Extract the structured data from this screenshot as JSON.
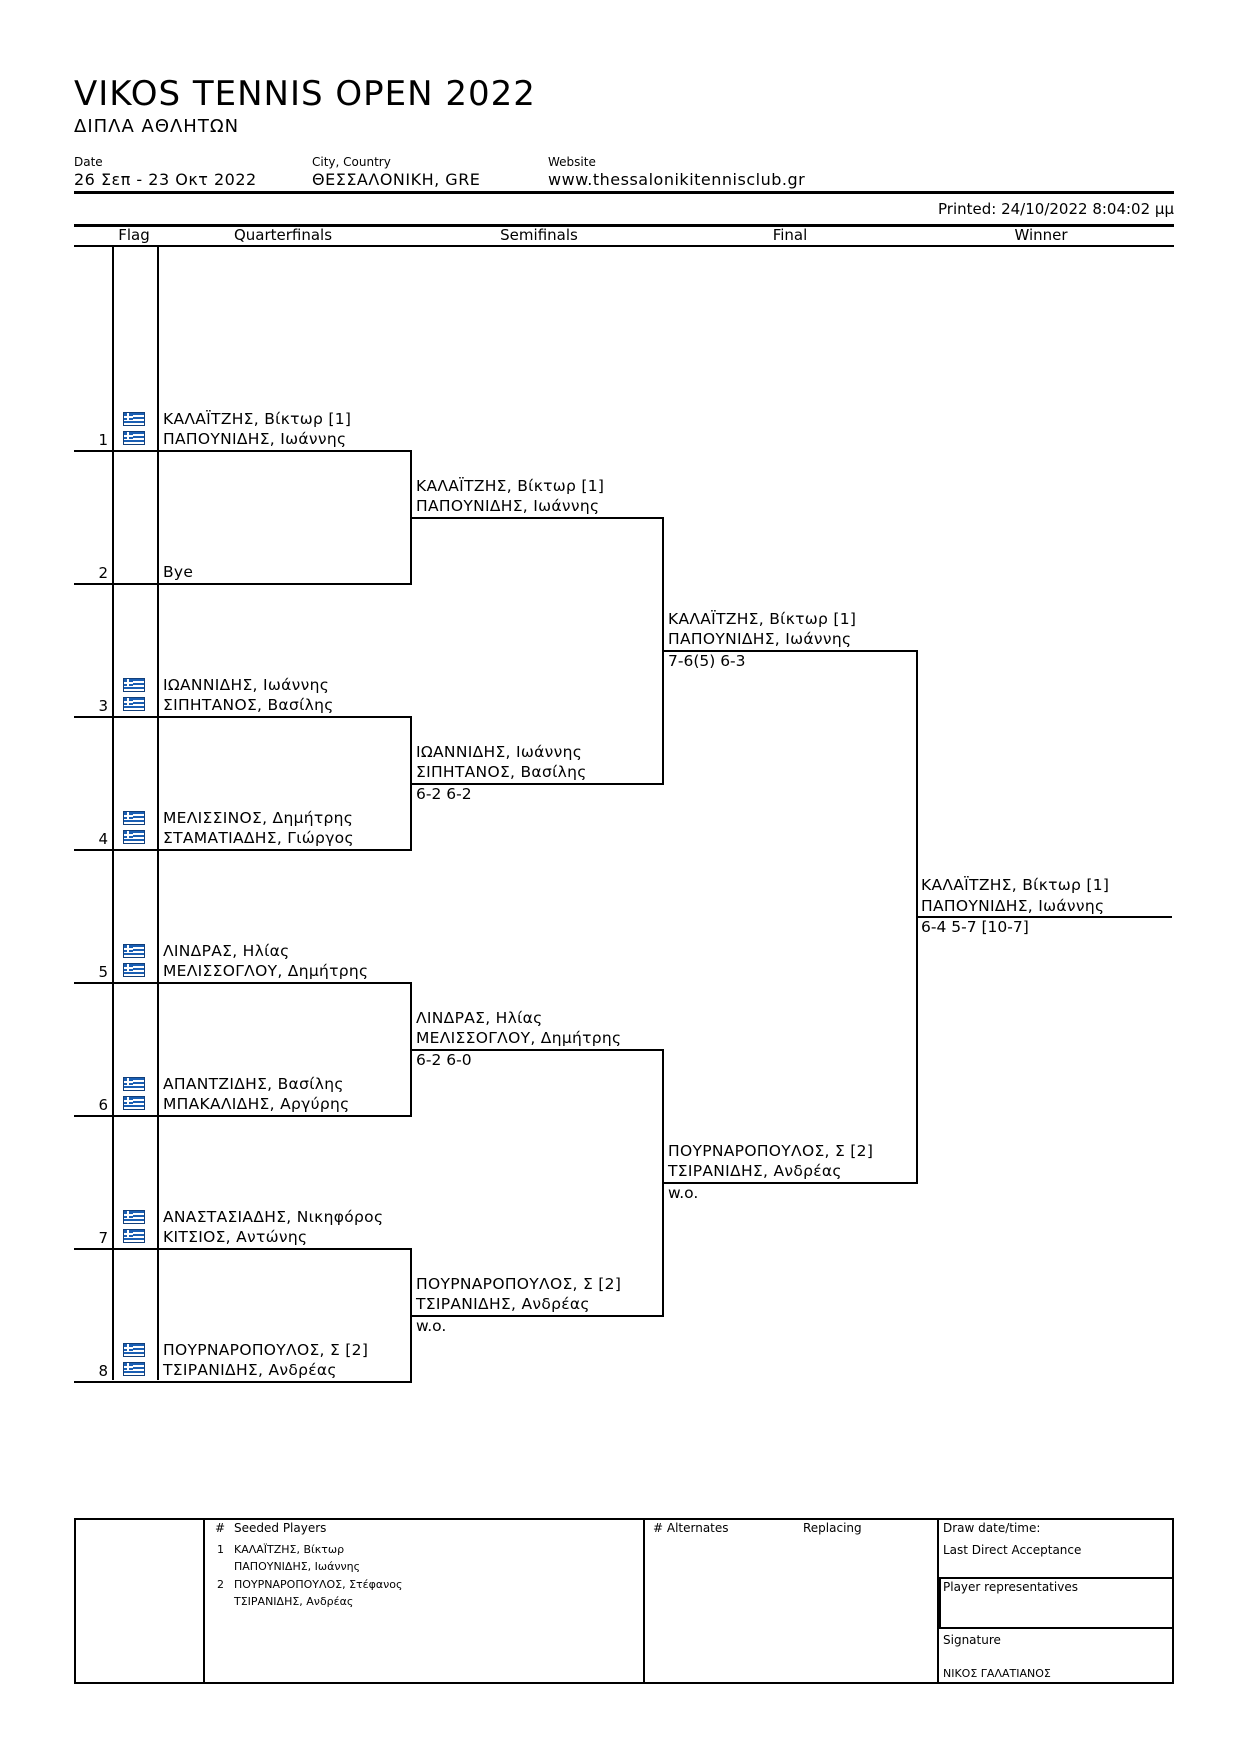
{
  "header": {
    "title": "VIKOS TENNIS OPEN 2022",
    "subtitle": "ΔΙΠΛΑ ΑΘΛΗΤΩΝ",
    "date_label": "Date",
    "date_value": "26 Σεπ - 23 Οκτ 2022",
    "city_label": "City, Country",
    "city_value": "ΘΕΣΣΑΛΟΝΙΚΗ, GRE",
    "website_label": "Website",
    "website_value": "www.thessalonikitennisclub.gr",
    "printed": "Printed: 24/10/2022 8:04:02 μμ"
  },
  "columns": {
    "flag": "Flag",
    "quarterfinals": "Quarterfinals",
    "semifinals": "Semifinals",
    "final": "Final",
    "winner": "Winner"
  },
  "quarterfinals": [
    {
      "pos": "1",
      "p1": "ΚΑΛΑΪΤΖΗΣ, Βίκτωρ [1]",
      "p2": "ΠΑΠΟΥΝΙΔΗΣ, Ιωάννης",
      "flag": "greece-flag-icon"
    },
    {
      "pos": "2",
      "p1": "",
      "p2": "Bye",
      "flag": ""
    },
    {
      "pos": "3",
      "p1": "ΙΩΑΝΝΙΔΗΣ, Ιωάννης",
      "p2": "ΣΙΠΗΤΑΝΟΣ, Βασίλης",
      "flag": "greece-flag-icon"
    },
    {
      "pos": "4",
      "p1": "ΜΕΛΙΣΣΙΝΟΣ, Δημήτρης",
      "p2": "ΣΤΑΜΑΤΙΑΔΗΣ, Γιώργος",
      "flag": "greece-flag-icon"
    },
    {
      "pos": "5",
      "p1": "ΛΙΝΔΡΑΣ, Ηλίας",
      "p2": "ΜΕΛΙΣΣΟΓΛΟΥ, Δημήτρης",
      "flag": "greece-flag-icon"
    },
    {
      "pos": "6",
      "p1": "ΑΠΑΝΤΖΙΔΗΣ, Βασίλης",
      "p2": "ΜΠΑΚΑΛΙΔΗΣ, Αργύρης",
      "flag": "greece-flag-icon"
    },
    {
      "pos": "7",
      "p1": "ΑΝΑΣΤΑΣΙΑΔΗΣ, Νικηφόρος",
      "p2": "ΚΙΤΣΙΟΣ, Αντώνης",
      "flag": "greece-flag-icon"
    },
    {
      "pos": "8",
      "p1": "ΠΟΥΡΝΑΡΟΠΟΥΛΟΣ, Σ [2]",
      "p2": "ΤΣΙΡΑΝΙΔΗΣ, Ανδρέας",
      "flag": "greece-flag-icon"
    }
  ],
  "semifinals": [
    {
      "p1": "ΚΑΛΑΪΤΖΗΣ, Βίκτωρ [1]",
      "p2": "ΠΑΠΟΥΝΙΔΗΣ, Ιωάννης",
      "score": ""
    },
    {
      "p1": "ΙΩΑΝΝΙΔΗΣ, Ιωάννης",
      "p2": "ΣΙΠΗΤΑΝΟΣ, Βασίλης",
      "score": "6-2 6-2"
    },
    {
      "p1": "ΛΙΝΔΡΑΣ, Ηλίας",
      "p2": "ΜΕΛΙΣΣΟΓΛΟΥ, Δημήτρης",
      "score": "6-2 6-0"
    },
    {
      "p1": "ΠΟΥΡΝΑΡΟΠΟΥΛΟΣ, Σ [2]",
      "p2": "ΤΣΙΡΑΝΙΔΗΣ, Ανδρέας",
      "score": "w.o."
    }
  ],
  "final": [
    {
      "p1": "ΚΑΛΑΪΤΖΗΣ, Βίκτωρ [1]",
      "p2": "ΠΑΠΟΥΝΙΔΗΣ, Ιωάννης",
      "score": "7-6(5) 6-3"
    },
    {
      "p1": "ΠΟΥΡΝΑΡΟΠΟΥΛΟΣ, Σ [2]",
      "p2": "ΤΣΙΡΑΝΙΔΗΣ, Ανδρέας",
      "score": "w.o."
    }
  ],
  "winner": {
    "p1": "ΚΑΛΑΪΤΖΗΣ, Βίκτωρ [1]",
    "p2": "ΠΑΠΟΥΝΙΔΗΣ, Ιωάννης",
    "score": "6-4 5-7 [10-7]"
  },
  "footer": {
    "hash": "#",
    "seeded_label": "Seeded Players",
    "seeds": [
      {
        "num": "1",
        "p1": "ΚΑΛΑΪΤΖΗΣ, Βίκτωρ",
        "p2": "ΠΑΠΟΥΝΙΔΗΣ, Ιωάννης"
      },
      {
        "num": "2",
        "p1": "ΠΟΥΡΝΑΡΟΠΟΥΛΟΣ, Στέφανος",
        "p2": "ΤΣΙΡΑΝΙΔΗΣ, Ανδρέας"
      }
    ],
    "alternates_label": "# Alternates",
    "replacing_label": "Replacing",
    "draw_datetime_label": "Draw date/time:",
    "last_direct_label": "Last Direct Acceptance",
    "player_reps_label": "Player representatives",
    "signature_label": "Signature",
    "signature_name": "ΝΙΚΟΣ ΓΑΛΑΤΙΑΝΟΣ"
  }
}
